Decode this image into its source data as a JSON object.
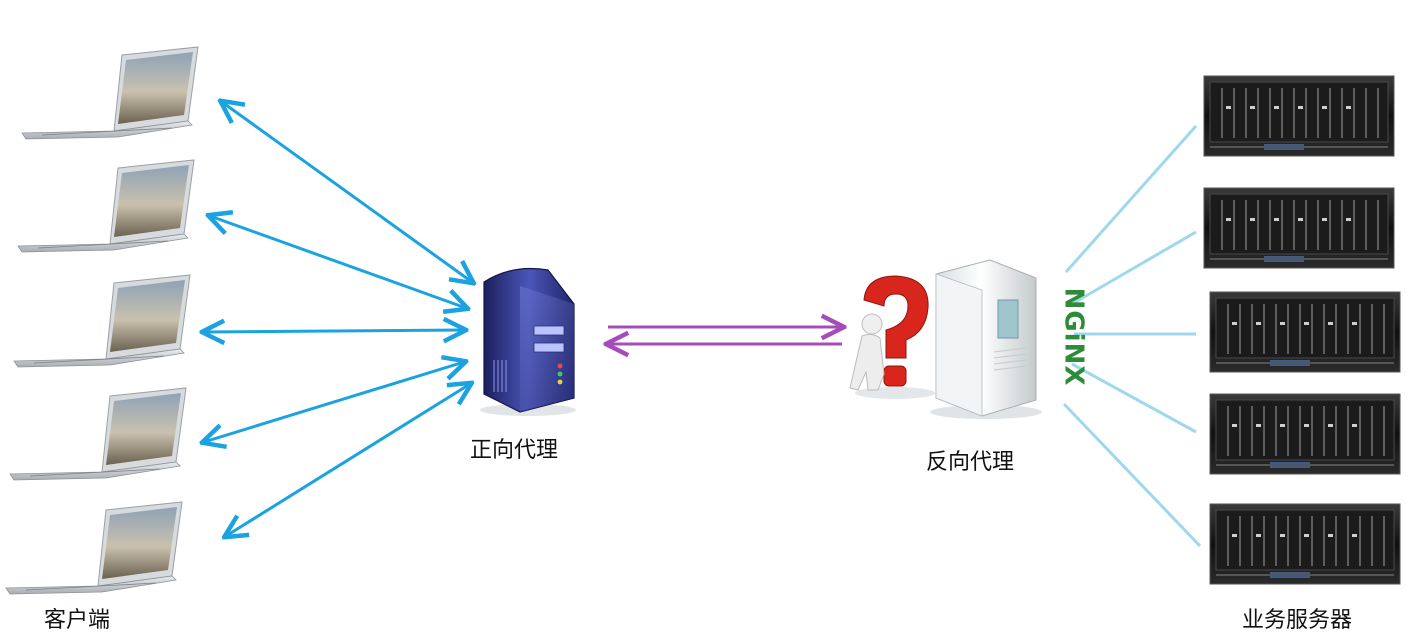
{
  "labels": {
    "clients": "客户端",
    "forward_proxy": "正向代理",
    "reverse_proxy": "反向代理",
    "business_servers": "业务服务器",
    "nginx": "NGiNX"
  },
  "colors": {
    "client_arrow": "#1aa3e0",
    "proxy_arrow": "#a54cba",
    "server_link": "#9fd8ec",
    "nginx": "#2e8b3a",
    "question_mark": "#d9261c"
  },
  "icons": {
    "client": "laptop-icon",
    "forward_proxy": "server-tower-icon",
    "reverse_proxy": "server-tower-icon",
    "helper": "question-mark-figure-icon",
    "business_server": "rack-server-icon"
  }
}
